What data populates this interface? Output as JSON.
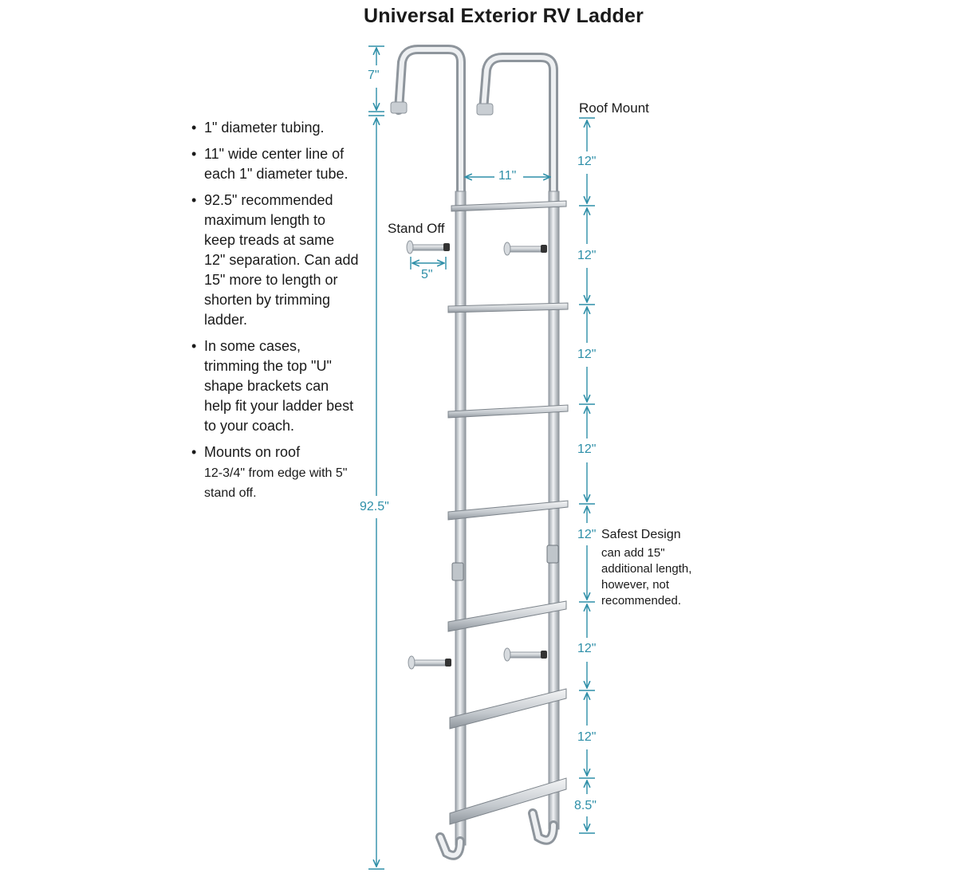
{
  "title": "Universal Exterior RV Ladder",
  "bullets": [
    {
      "main": "1\" diameter tubing.",
      "sub": ""
    },
    {
      "main": "11\" wide center line of each 1\" diameter tube.",
      "sub": ""
    },
    {
      "main": "92.5\" recommended maximum length to keep treads at same 12\" separation. Can add 15\" more to length or shorten by trimming ladder.",
      "sub": ""
    },
    {
      "main": "In some cases, trimming the top \"U\" shape brackets can help fit your ladder best to your coach.",
      "sub": ""
    },
    {
      "main": "Mounts on roof",
      "sub": "12-3/4\" from edge with 5\" stand off."
    }
  ],
  "labels": {
    "roof_mount": "Roof Mount",
    "stand_off": "Stand Off",
    "safest_design": "Safest Design",
    "note": "can add 15\" additional length, however, not recommended."
  },
  "dimensions": {
    "hook_height": "7\"",
    "total_length": "92.5\"",
    "width": "11\"",
    "standoff": "5\"",
    "spacing": [
      "12\"",
      "12\"",
      "12\"",
      "12\"",
      "12\"",
      "12\"",
      "12\"",
      "8.5\""
    ]
  },
  "colors": {
    "dimension": "#2e8fa8",
    "text": "#1a1a1a",
    "metal": "#c9ced3",
    "metal_dark": "#8e959c"
  }
}
